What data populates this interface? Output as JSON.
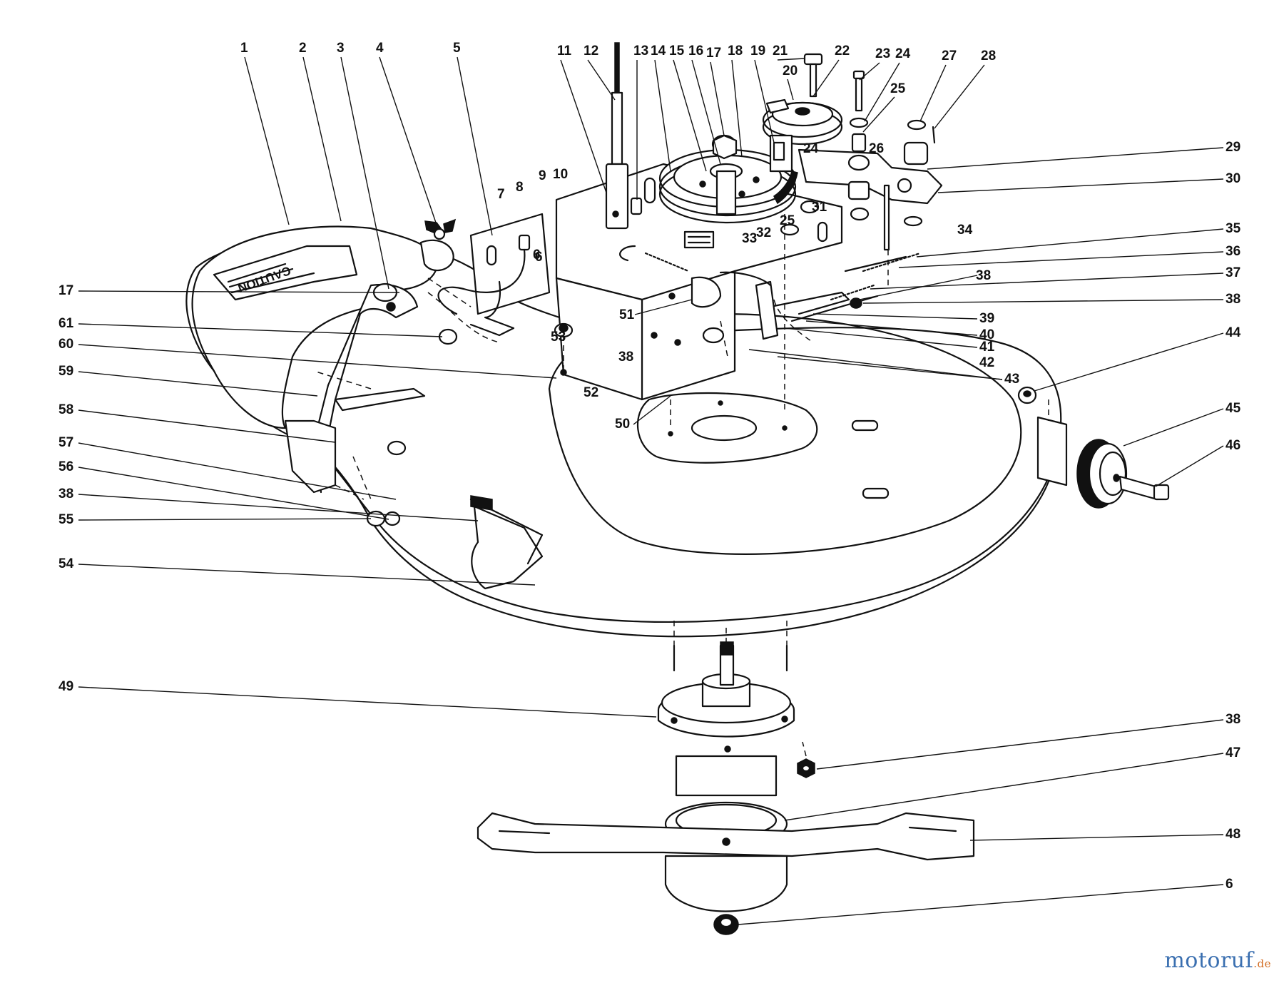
{
  "diagram": {
    "caution_decal_text": "CAUTION",
    "callouts": [
      "1",
      "2",
      "3",
      "4",
      "5",
      "6",
      "7",
      "8",
      "9",
      "10",
      "11",
      "12",
      "13",
      "14",
      "15",
      "16",
      "17",
      "18",
      "19",
      "20",
      "21",
      "22",
      "23",
      "24",
      "24",
      "25",
      "25",
      "26",
      "27",
      "28",
      "29",
      "30",
      "31",
      "32",
      "33",
      "34",
      "35",
      "36",
      "37",
      "38",
      "38",
      "38",
      "38",
      "38",
      "39",
      "40",
      "41",
      "42",
      "43",
      "44",
      "45",
      "46",
      "47",
      "48",
      "49",
      "50",
      "51",
      "52",
      "53",
      "54",
      "55",
      "56",
      "57",
      "58",
      "59",
      "60",
      "61",
      "17",
      "6",
      "6"
    ]
  },
  "watermark": {
    "main": "motoruf",
    "suffix": ".de"
  }
}
